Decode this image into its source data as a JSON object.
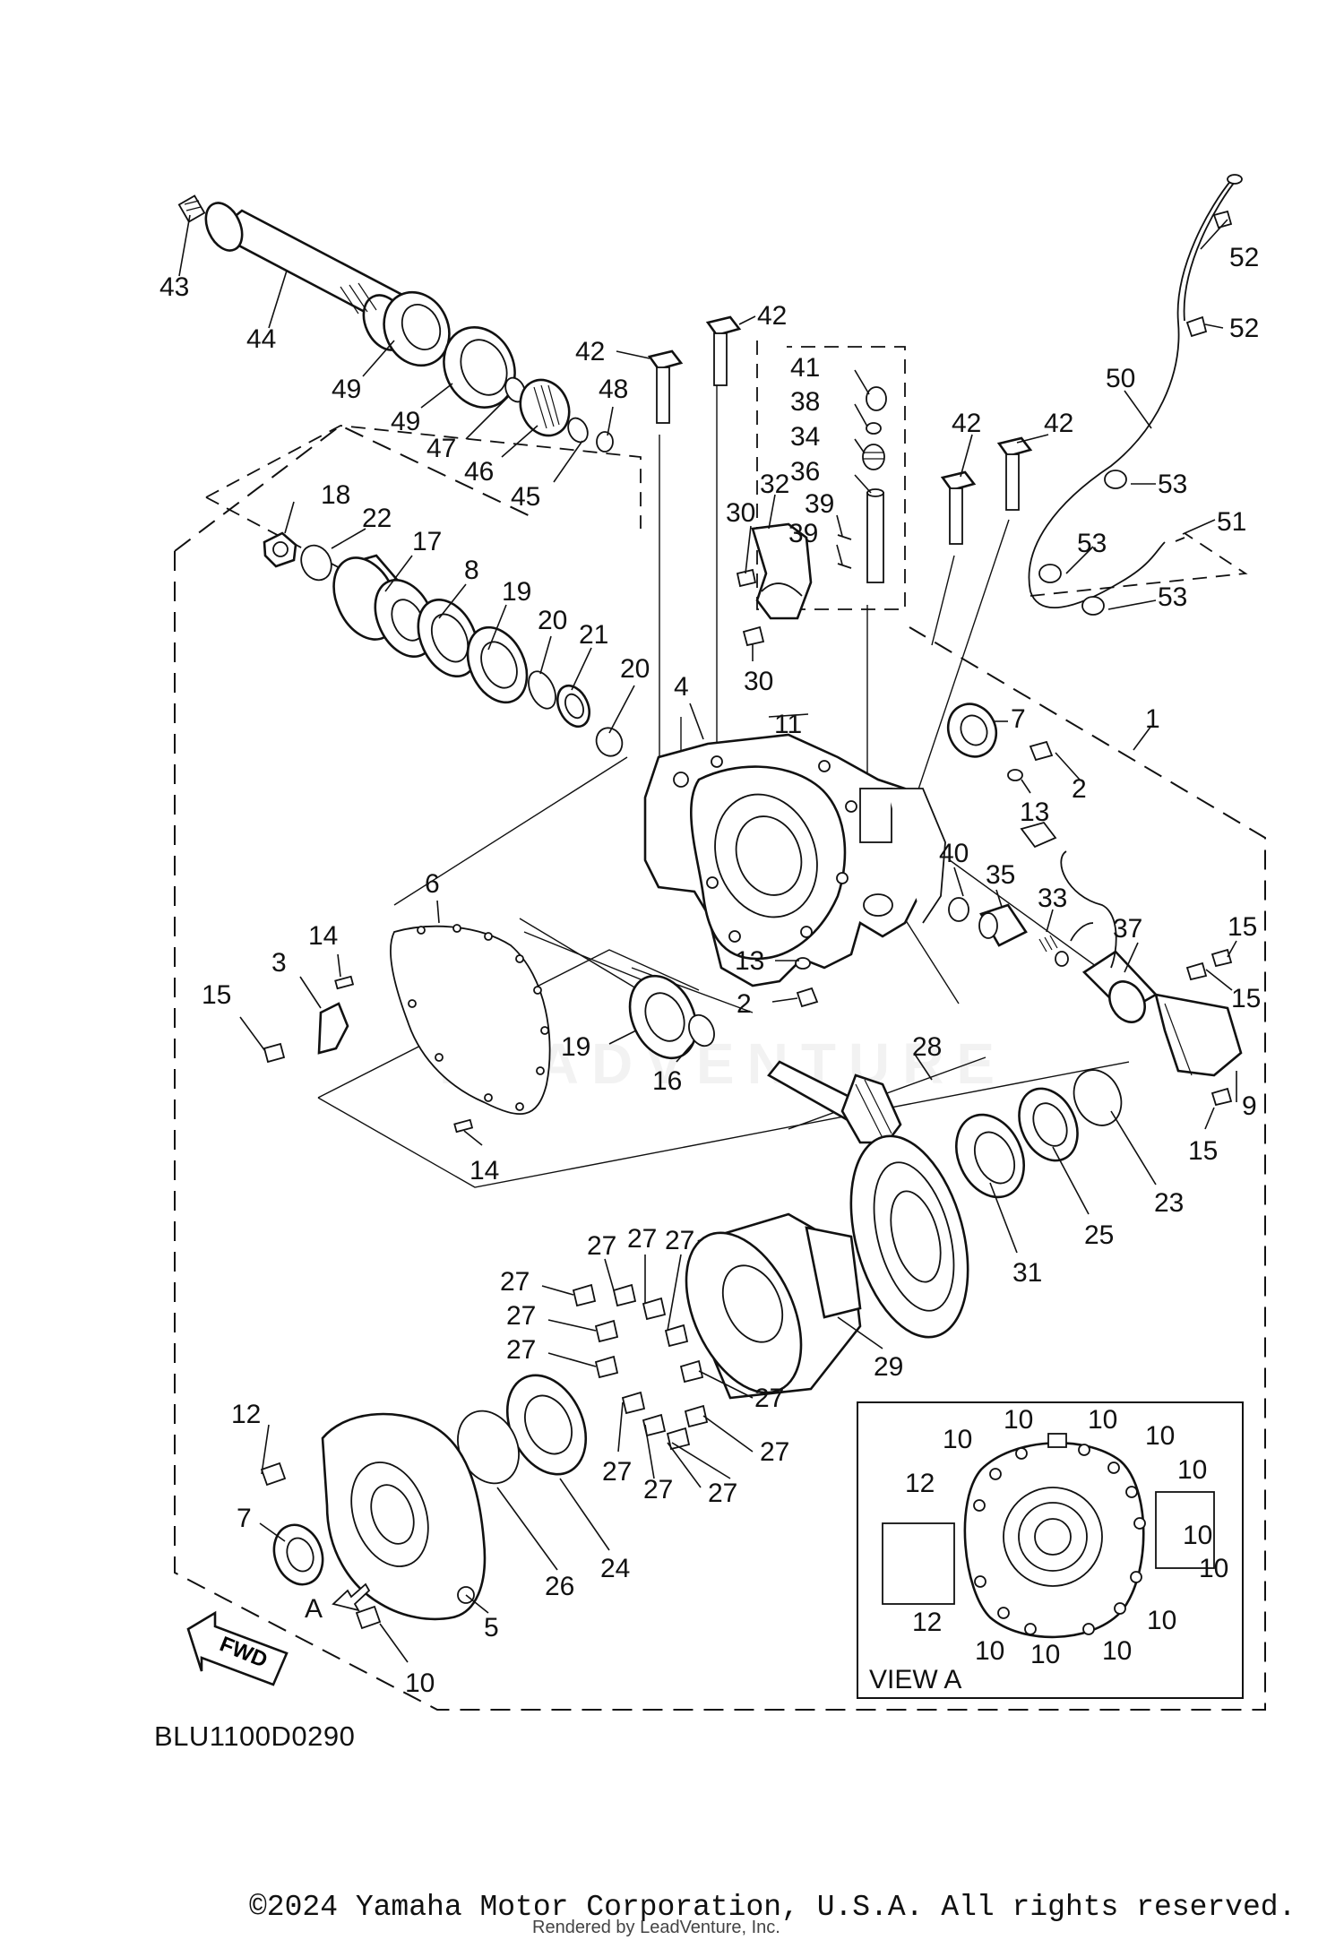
{
  "diagram": {
    "code": "BLU1100D0290",
    "view_label": "VIEW A",
    "arrow_label": "A",
    "fwd_label": "FWD",
    "watermark": "LEADVENTURE",
    "copyright": "©2024 Yamaha Motor Corporation, U.S.A. All rights reserved.",
    "rendered_by": "Rendered by LeadVenture, Inc."
  },
  "callouts": [
    {
      "n": "43"
    },
    {
      "n": "44"
    },
    {
      "n": "49"
    },
    {
      "n": "49"
    },
    {
      "n": "47"
    },
    {
      "n": "46"
    },
    {
      "n": "45"
    },
    {
      "n": "48"
    },
    {
      "n": "42"
    },
    {
      "n": "42"
    },
    {
      "n": "41"
    },
    {
      "n": "38"
    },
    {
      "n": "34"
    },
    {
      "n": "36"
    },
    {
      "n": "32"
    },
    {
      "n": "30"
    },
    {
      "n": "39"
    },
    {
      "n": "39"
    },
    {
      "n": "30"
    },
    {
      "n": "42"
    },
    {
      "n": "42"
    },
    {
      "n": "52"
    },
    {
      "n": "52"
    },
    {
      "n": "50"
    },
    {
      "n": "53"
    },
    {
      "n": "53"
    },
    {
      "n": "53"
    },
    {
      "n": "51"
    },
    {
      "n": "18"
    },
    {
      "n": "22"
    },
    {
      "n": "17"
    },
    {
      "n": "8"
    },
    {
      "n": "19"
    },
    {
      "n": "20"
    },
    {
      "n": "21"
    },
    {
      "n": "20"
    },
    {
      "n": "4"
    },
    {
      "n": "11"
    },
    {
      "n": "7"
    },
    {
      "n": "1"
    },
    {
      "n": "2"
    },
    {
      "n": "13"
    },
    {
      "n": "40"
    },
    {
      "n": "35"
    },
    {
      "n": "33"
    },
    {
      "n": "37"
    },
    {
      "n": "15"
    },
    {
      "n": "15"
    },
    {
      "n": "9"
    },
    {
      "n": "15"
    },
    {
      "n": "6"
    },
    {
      "n": "14"
    },
    {
      "n": "3"
    },
    {
      "n": "15"
    },
    {
      "n": "14"
    },
    {
      "n": "13"
    },
    {
      "n": "2"
    },
    {
      "n": "19"
    },
    {
      "n": "16"
    },
    {
      "n": "28"
    },
    {
      "n": "23"
    },
    {
      "n": "25"
    },
    {
      "n": "31"
    },
    {
      "n": "27"
    },
    {
      "n": "27"
    },
    {
      "n": "27"
    },
    {
      "n": "27"
    },
    {
      "n": "27"
    },
    {
      "n": "27"
    },
    {
      "n": "29"
    },
    {
      "n": "27"
    },
    {
      "n": "27"
    },
    {
      "n": "27"
    },
    {
      "n": "27"
    },
    {
      "n": "27"
    },
    {
      "n": "12"
    },
    {
      "n": "7"
    },
    {
      "n": "26"
    },
    {
      "n": "24"
    },
    {
      "n": "5"
    },
    {
      "n": "10"
    },
    {
      "n": "10"
    },
    {
      "n": "10"
    },
    {
      "n": "10"
    },
    {
      "n": "10"
    },
    {
      "n": "10"
    },
    {
      "n": "10"
    },
    {
      "n": "10"
    },
    {
      "n": "10"
    },
    {
      "n": "10"
    },
    {
      "n": "10"
    },
    {
      "n": "10"
    },
    {
      "n": "12"
    },
    {
      "n": "12"
    }
  ]
}
